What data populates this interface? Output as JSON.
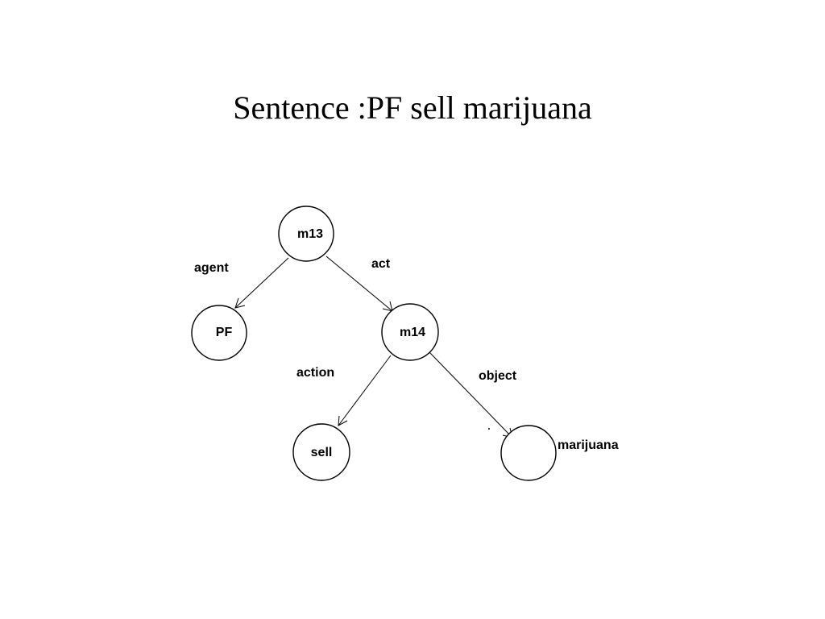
{
  "title": "Sentence :PF sell marijuana",
  "nodes": {
    "m13": "m13",
    "pf": "PF",
    "m14": "m14",
    "sell": "sell",
    "marijuana": ""
  },
  "external_labels": {
    "marijuana": "marijuana"
  },
  "edges": {
    "agent": "agent",
    "act": "act",
    "action": "action",
    "object": "object"
  },
  "colors": {
    "stroke": "#000000",
    "background": "#ffffff",
    "text": "#000000"
  }
}
